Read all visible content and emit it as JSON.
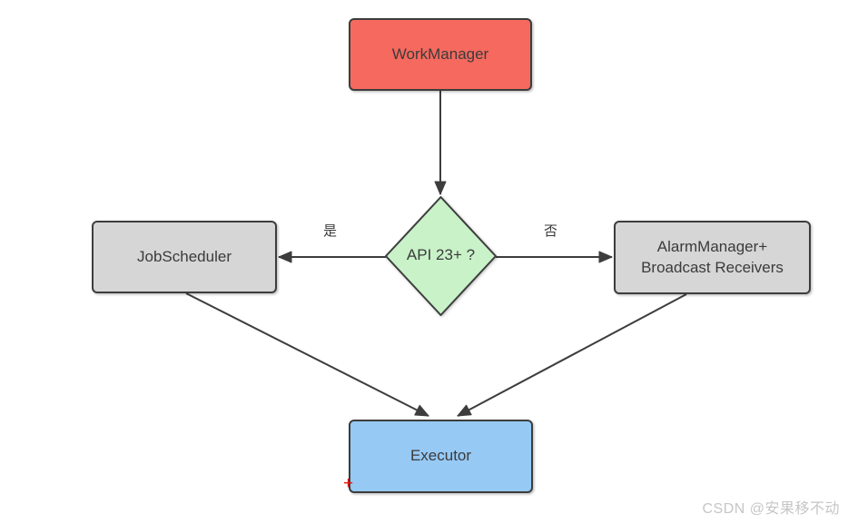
{
  "diagram": {
    "nodes": {
      "workmanager": {
        "label": "WorkManager",
        "fill": "#f6695e"
      },
      "decision": {
        "label": "API 23+ ?",
        "fill": "#c9f2c9",
        "shape": "diamond"
      },
      "jobscheduler": {
        "label": "JobScheduler",
        "fill": "#d6d6d6"
      },
      "alarmmanager": {
        "label": "AlarmManager+\nBroadcast Receivers",
        "fill": "#d6d6d6"
      },
      "executor": {
        "label": "Executor",
        "fill": "#97c9f5"
      }
    },
    "edges": {
      "yes_label": "是",
      "no_label": "否"
    }
  },
  "watermark": "CSDN @安果移不动",
  "cursor_marker": "+",
  "colors": {
    "workmanager_fill": "#f6695e",
    "decision_fill": "#c9f2c9",
    "scheduler_fill": "#d6d6d6",
    "executor_fill": "#97c9f5",
    "node_border": "#3d3d3d",
    "arrow": "#3d3d3d",
    "text": "#3b3b3b",
    "watermark_color": "#c6c6c6",
    "cursor_color": "#ec1408",
    "background": "#ffffff"
  }
}
